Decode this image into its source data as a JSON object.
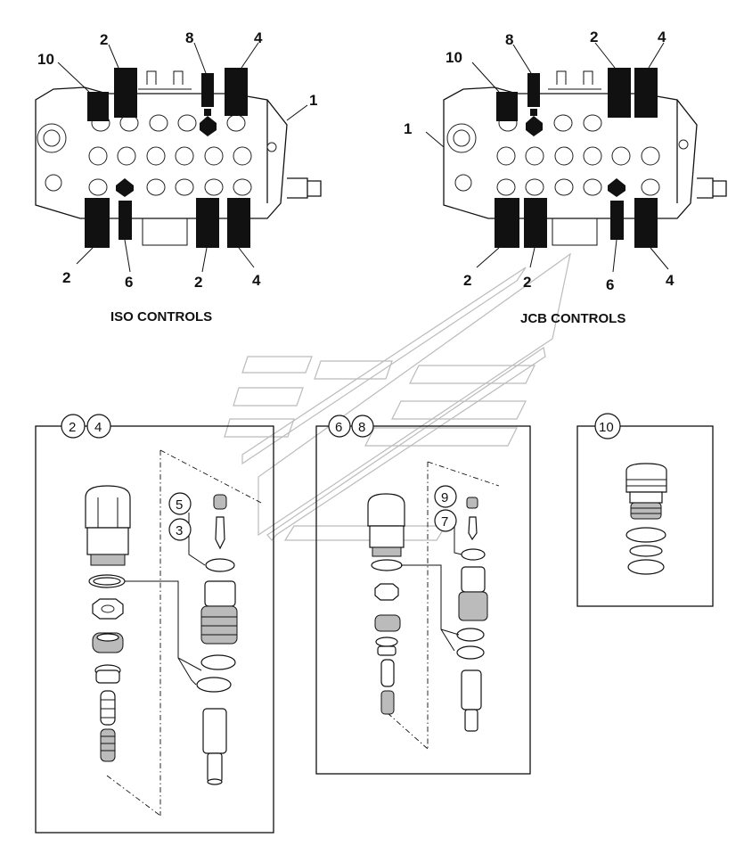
{
  "captions": {
    "iso": "ISO CONTROLS",
    "jcb": "JCB CONTROLS"
  },
  "iso_callouts": {
    "c10": "10",
    "c2_top": "2",
    "c8": "8",
    "c4_top": "4",
    "c1": "1",
    "c2_bl": "2",
    "c6": "6",
    "c2_bm": "2",
    "c4_br": "4"
  },
  "jcb_callouts": {
    "c10": "10",
    "c8": "8",
    "c2_top": "2",
    "c4_top": "4",
    "c1": "1",
    "c2_bl": "2",
    "c2_bm": "2",
    "c6": "6",
    "c4_br": "4"
  },
  "panels": {
    "left": {
      "circle_a": "2",
      "circle_b": "4",
      "circle_5": "5",
      "circle_3": "3"
    },
    "middle": {
      "circle_a": "6",
      "circle_b": "8",
      "circle_9": "9",
      "circle_7": "7"
    },
    "right": {
      "circle_a": "10"
    }
  },
  "colors": {
    "ink": "#111111",
    "watermark": "#bbbbbb"
  }
}
